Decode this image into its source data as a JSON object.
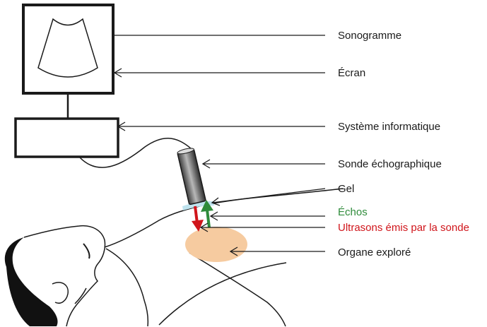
{
  "labels": {
    "sonogramme": "Sonogramme",
    "ecran": "Écran",
    "systeme": "Système informatique",
    "sonde": "Sonde échographique",
    "gel": "Gel",
    "echos": "Échos",
    "ultrasons": "Ultrasons émis par la sonde",
    "organe": "Organe exploré"
  },
  "colors": {
    "line": "#1a1a1a",
    "echos": "#2e8b3a",
    "ultrasons": "#d0151b",
    "organ": "#f6cba0",
    "gel": "#bfe3ee",
    "probe": "#6f6f6f"
  }
}
